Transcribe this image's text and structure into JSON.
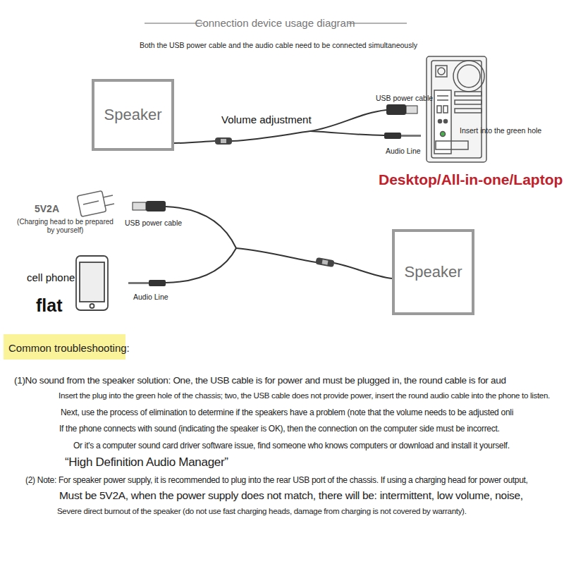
{
  "diagram": {
    "title": "Connection device usage diagram",
    "nodes": [
      {
        "text": [
          "Speaker"
        ]
      },
      {
        "text": [
          "Speaker"
        ]
      }
    ],
    "labels": [
      "Both the USB power cable and the audio cable need to be connected simultaneously",
      "Volume adjustment",
      "USB power cable",
      "Audio Line",
      "Insert into the green hole",
      "Desktop/All-in-one/Laptop",
      "5V2A",
      "(Charging head to be prepared by yourself)",
      "USB power cable",
      "cell phone",
      "flat",
      "Audio Line",
      "Common troubleshooting:",
      "(1)No sound from the speaker solution: One, the USB cable is for power and must be plugged in, the round cable is for aud",
      "Insert the plug into the green hole of the chassis; two, the USB cable does not provide power, insert the round audio cable into the phone to listen.",
      "Next, use the process of elimination to determine if the speakers have a problem (note that the volume needs to be adjusted onli",
      "If the phone connects with sound (indicating the speaker is OK), then the connection on the computer side must be incorrect.",
      "Or it's a computer sound card driver software issue, find someone who knows computers or download and install it yourself.",
      "“High Definition Audio Manager”",
      "(2) Note: For speaker power supply, it is recommended to plug into the rear USB port of the chassis. If using a charging head for power output,",
      "Must be 5V2A, when the power supply does not match, there will be: intermittent, low volume, noise,",
      "Severe direct burnout of the speaker (do not use fast charging heads, damage from charging is not covered by warranty)."
    ]
  }
}
